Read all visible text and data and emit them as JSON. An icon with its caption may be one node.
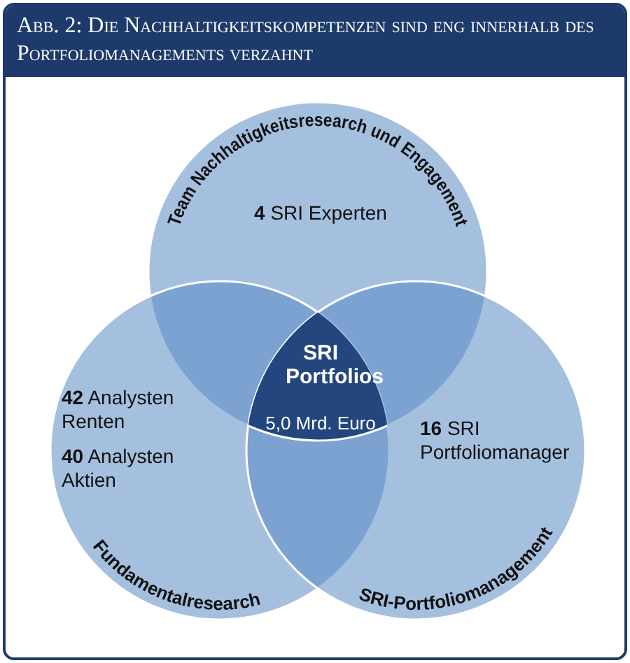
{
  "diagram": {
    "title": "Abb. 2: Die Nachhaltigkeitskompetenzen sind eng innerhalb des Portfoliomanagements verzahnt",
    "nodes": [
      {
        "text": [
          "Team Nachhaltigkeitsresearch und Engagement",
          "**4** SRI Experten"
        ]
      },
      {
        "text": [
          "**42** Analysten Renten",
          "**40** Analysten Aktien",
          "Fundamentalresearch"
        ]
      },
      {
        "text": [
          "**16** SRI Portfoliomanager",
          "SRI-Portfoliomanagement"
        ]
      },
      {
        "text": [
          "SRI Portfolios",
          "5,0 Mrd. Euro"
        ]
      }
    ],
    "edges": []
  }
}
